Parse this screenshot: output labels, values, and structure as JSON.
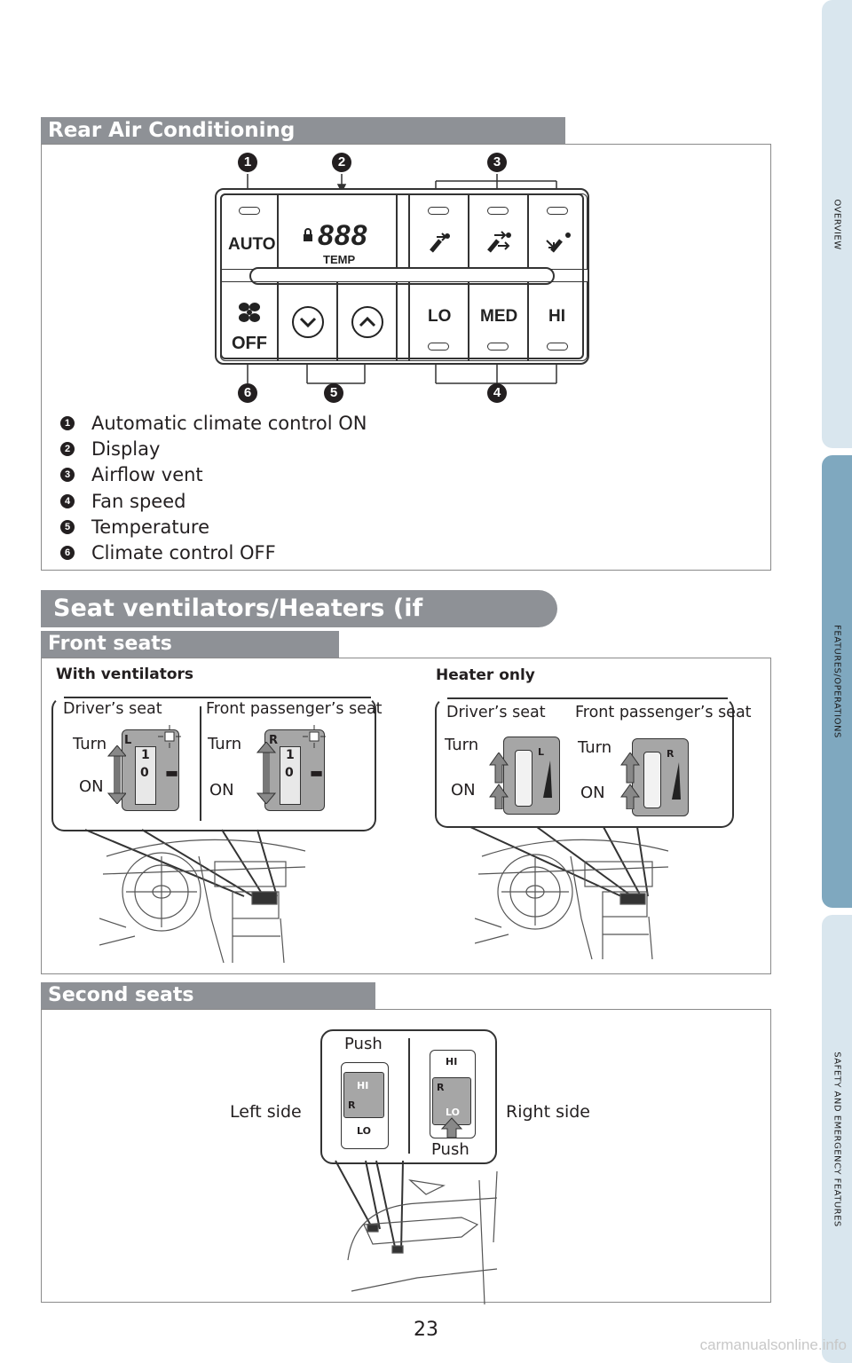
{
  "side_tabs": {
    "overview": "OVERVIEW",
    "features": "FEATURES/OPERATIONS",
    "safety": "SAFETY AND EMERGENCY FEATURES"
  },
  "rear_ac": {
    "title": "Rear Air Conditioning",
    "panel": {
      "auto_label": "AUTO",
      "display_value": "888",
      "temp_label": "TEMP",
      "off_label": "OFF",
      "lo_label": "LO",
      "med_label": "MED",
      "hi_label": "HI"
    },
    "callouts": [
      "1",
      "2",
      "3",
      "4",
      "5",
      "6"
    ],
    "legend": [
      {
        "num": "1",
        "text": "Automatic climate control ON"
      },
      {
        "num": "2",
        "text": "Display"
      },
      {
        "num": "3",
        "text": "Airflow vent"
      },
      {
        "num": "4",
        "text": "Fan speed"
      },
      {
        "num": "5",
        "text": "Temperature"
      },
      {
        "num": "6",
        "text": "Climate control OFF"
      }
    ]
  },
  "seat_section": {
    "title": "Seat ventilators/Heaters (if equipped)"
  },
  "front_seats": {
    "title": "Front seats",
    "with_ventilators": {
      "label": "With ventilators",
      "driver_label": "Driver’s seat",
      "passenger_label": "Front passenger’s seat",
      "turn_label": "Turn",
      "on_label": "ON",
      "switch_letter_left": "L",
      "switch_letter_right": "R",
      "switch_num_1": "1",
      "switch_num_0": "0"
    },
    "heater_only": {
      "label": "Heater only",
      "driver_label": "Driver’s seat",
      "passenger_label": "Front passenger’s seat",
      "turn_label": "Turn",
      "on_label": "ON",
      "switch_letter_left": "L",
      "switch_letter_right": "R"
    }
  },
  "second_seats": {
    "title": "Second seats",
    "left_side": "Left side",
    "right_side": "Right side",
    "push": "Push",
    "hi": "HI",
    "lo": "LO",
    "r": "R"
  },
  "page_number": "23",
  "watermark": "carmanualsonline.info"
}
